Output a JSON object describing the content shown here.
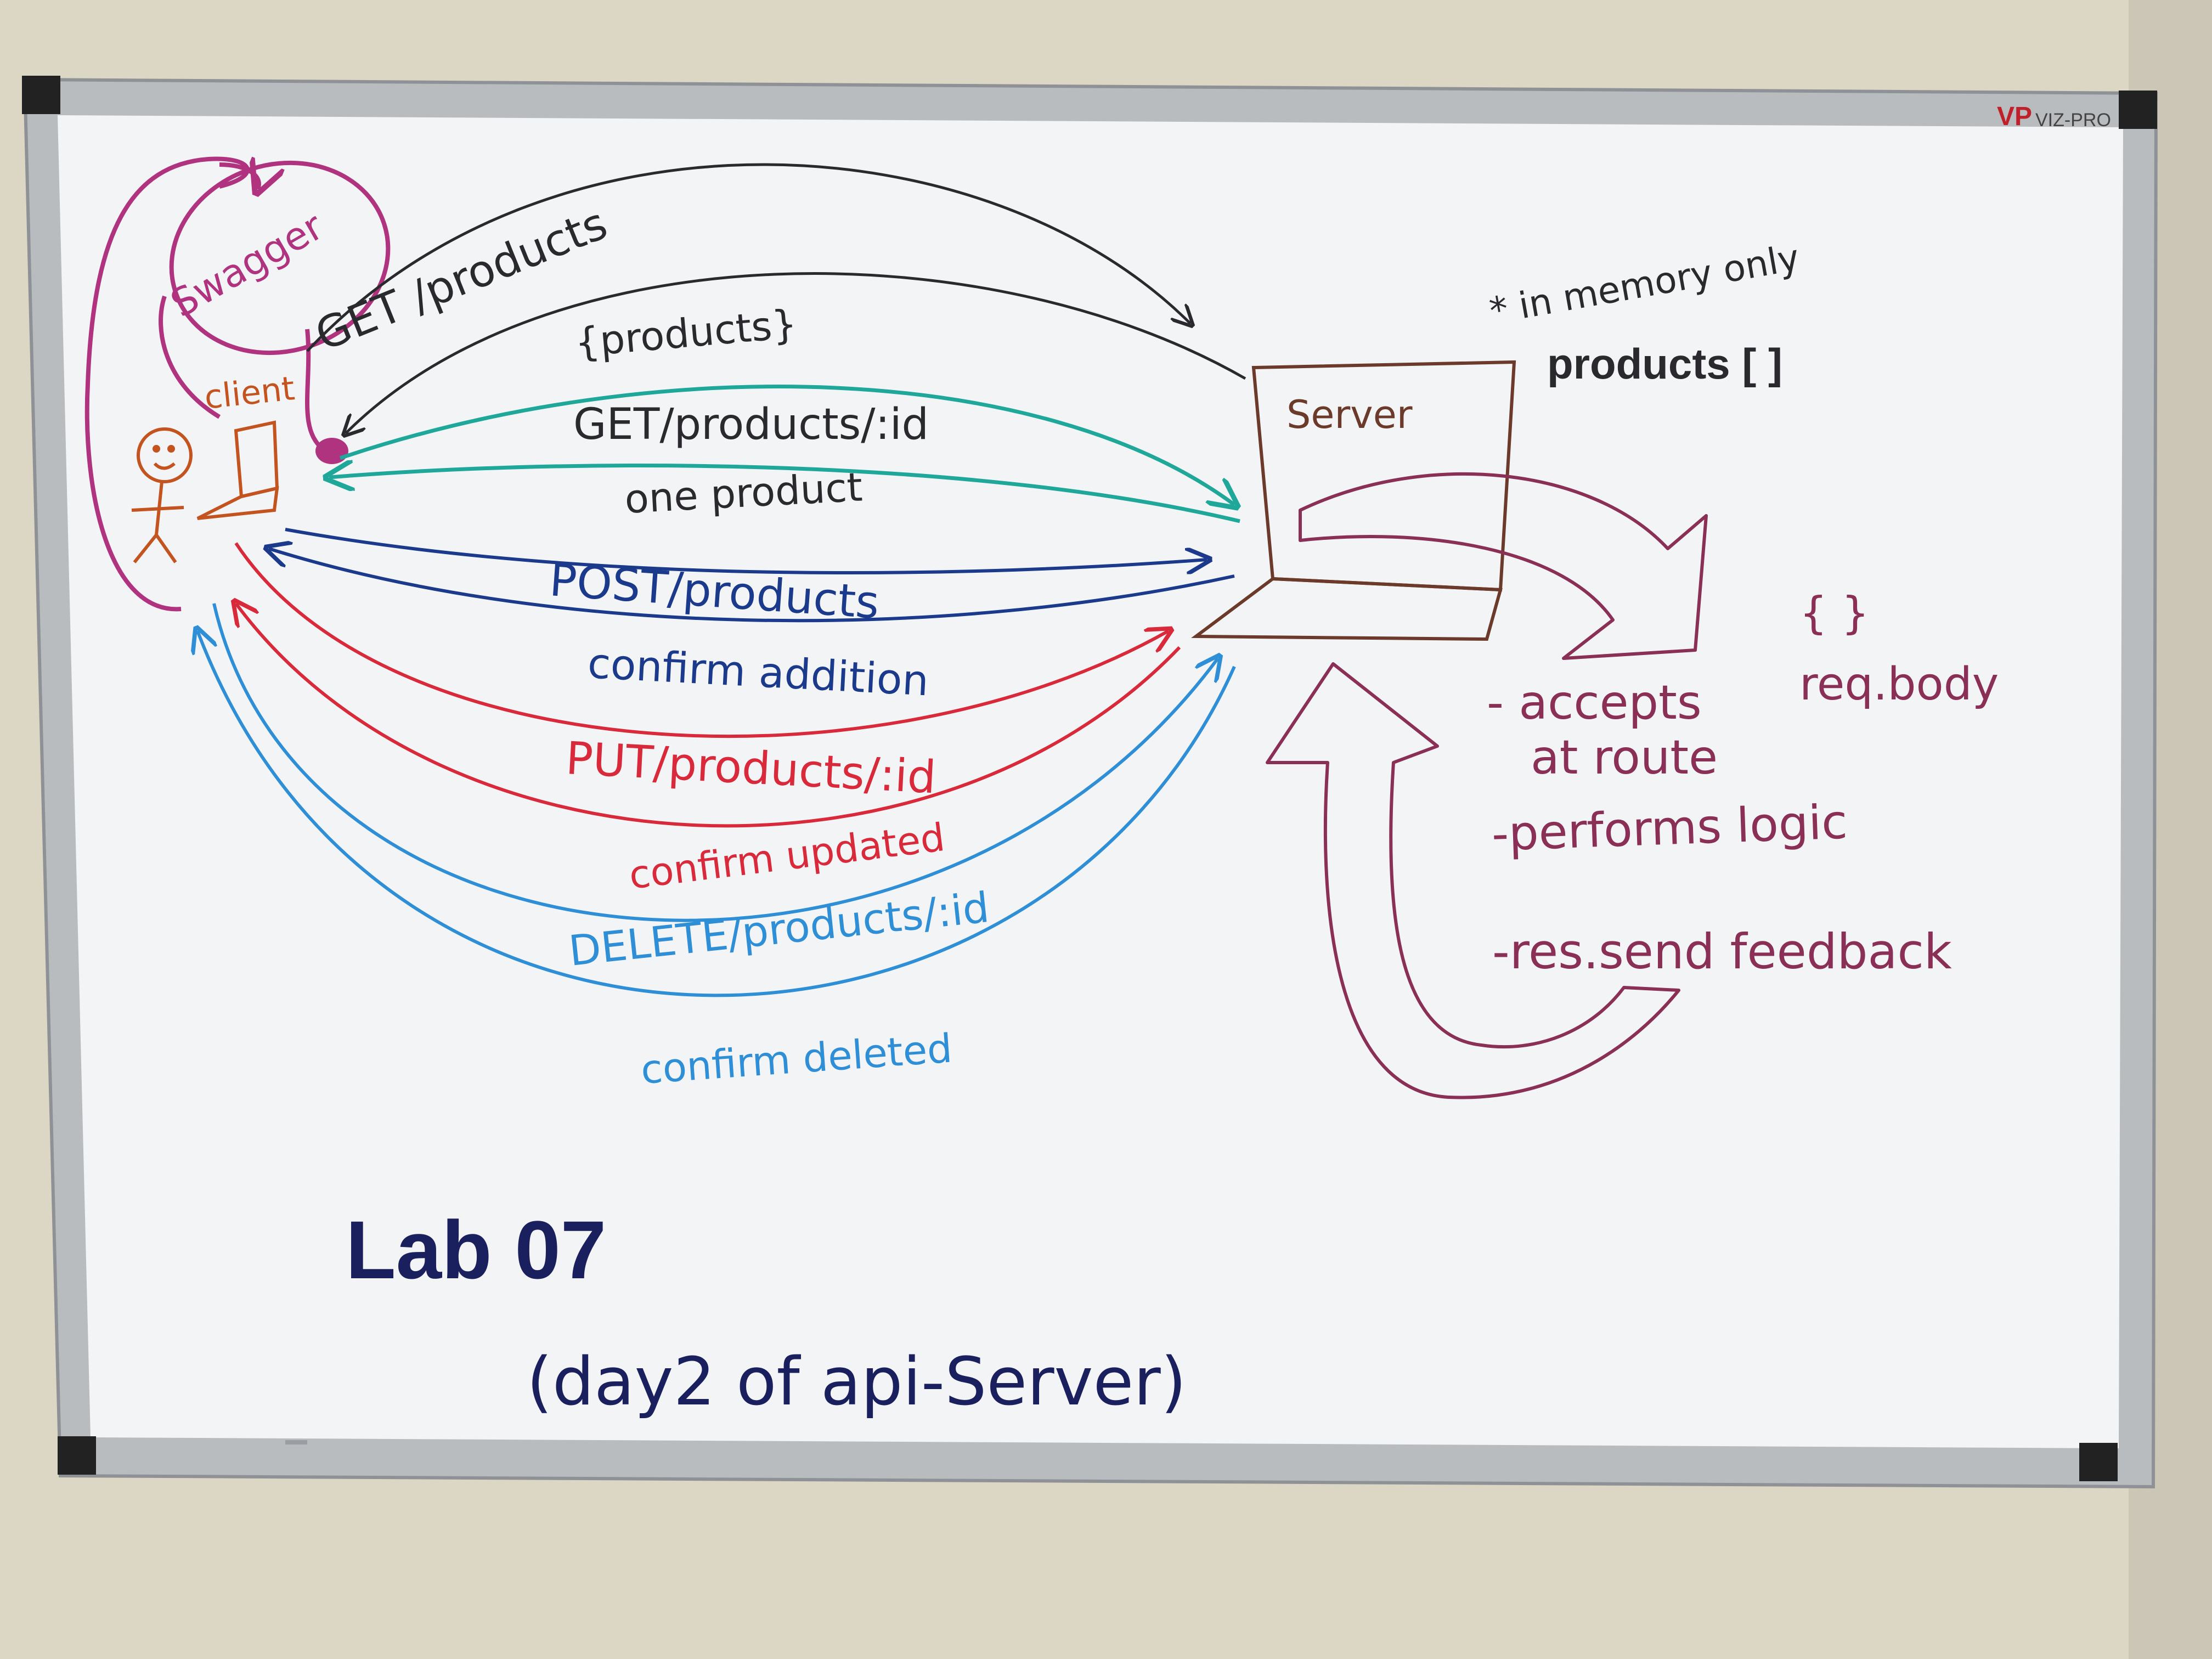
{
  "brand": {
    "logo_mark": "VP",
    "name": "VIZ-PRO"
  },
  "colors": {
    "wall": "#dcd6c4",
    "frame": "#b9bcbf",
    "board": "#f3f4f6",
    "magenta": "#b0337f",
    "maroon": "#8a2f55",
    "black": "#2a2a2e",
    "teal": "#1fa89a",
    "navy": "#1c3a8c",
    "red": "#d82a3a",
    "skyblue": "#2f8fd6",
    "orange": "#c4541f",
    "brown": "#6b3a2a"
  },
  "nodes": {
    "swagger": "Swagger",
    "client": "client",
    "server": "Server"
  },
  "messages": {
    "get_all": "GET /products",
    "products_resp": "{products}",
    "get_one": "GET/products/:id",
    "one_product": "one product",
    "post": "POST/products",
    "confirm_addition": "confirm addition",
    "put": "PUT/products/:id",
    "confirm_updated": "confirm updated",
    "delete": "DELETE/products/:id",
    "confirm_deleted": "confirm deleted"
  },
  "notes": {
    "in_memory": "* in memory only",
    "products_array": "products [ ]",
    "braces": "{ }",
    "req_body": "req.body",
    "accepts": "- accepts",
    "at_route": "at route",
    "performs_logic": "-performs logic",
    "res_send": "-res.send feedback"
  },
  "footer": {
    "lab": "Lab 07",
    "subtitle": "(day2 of api-Server)"
  }
}
